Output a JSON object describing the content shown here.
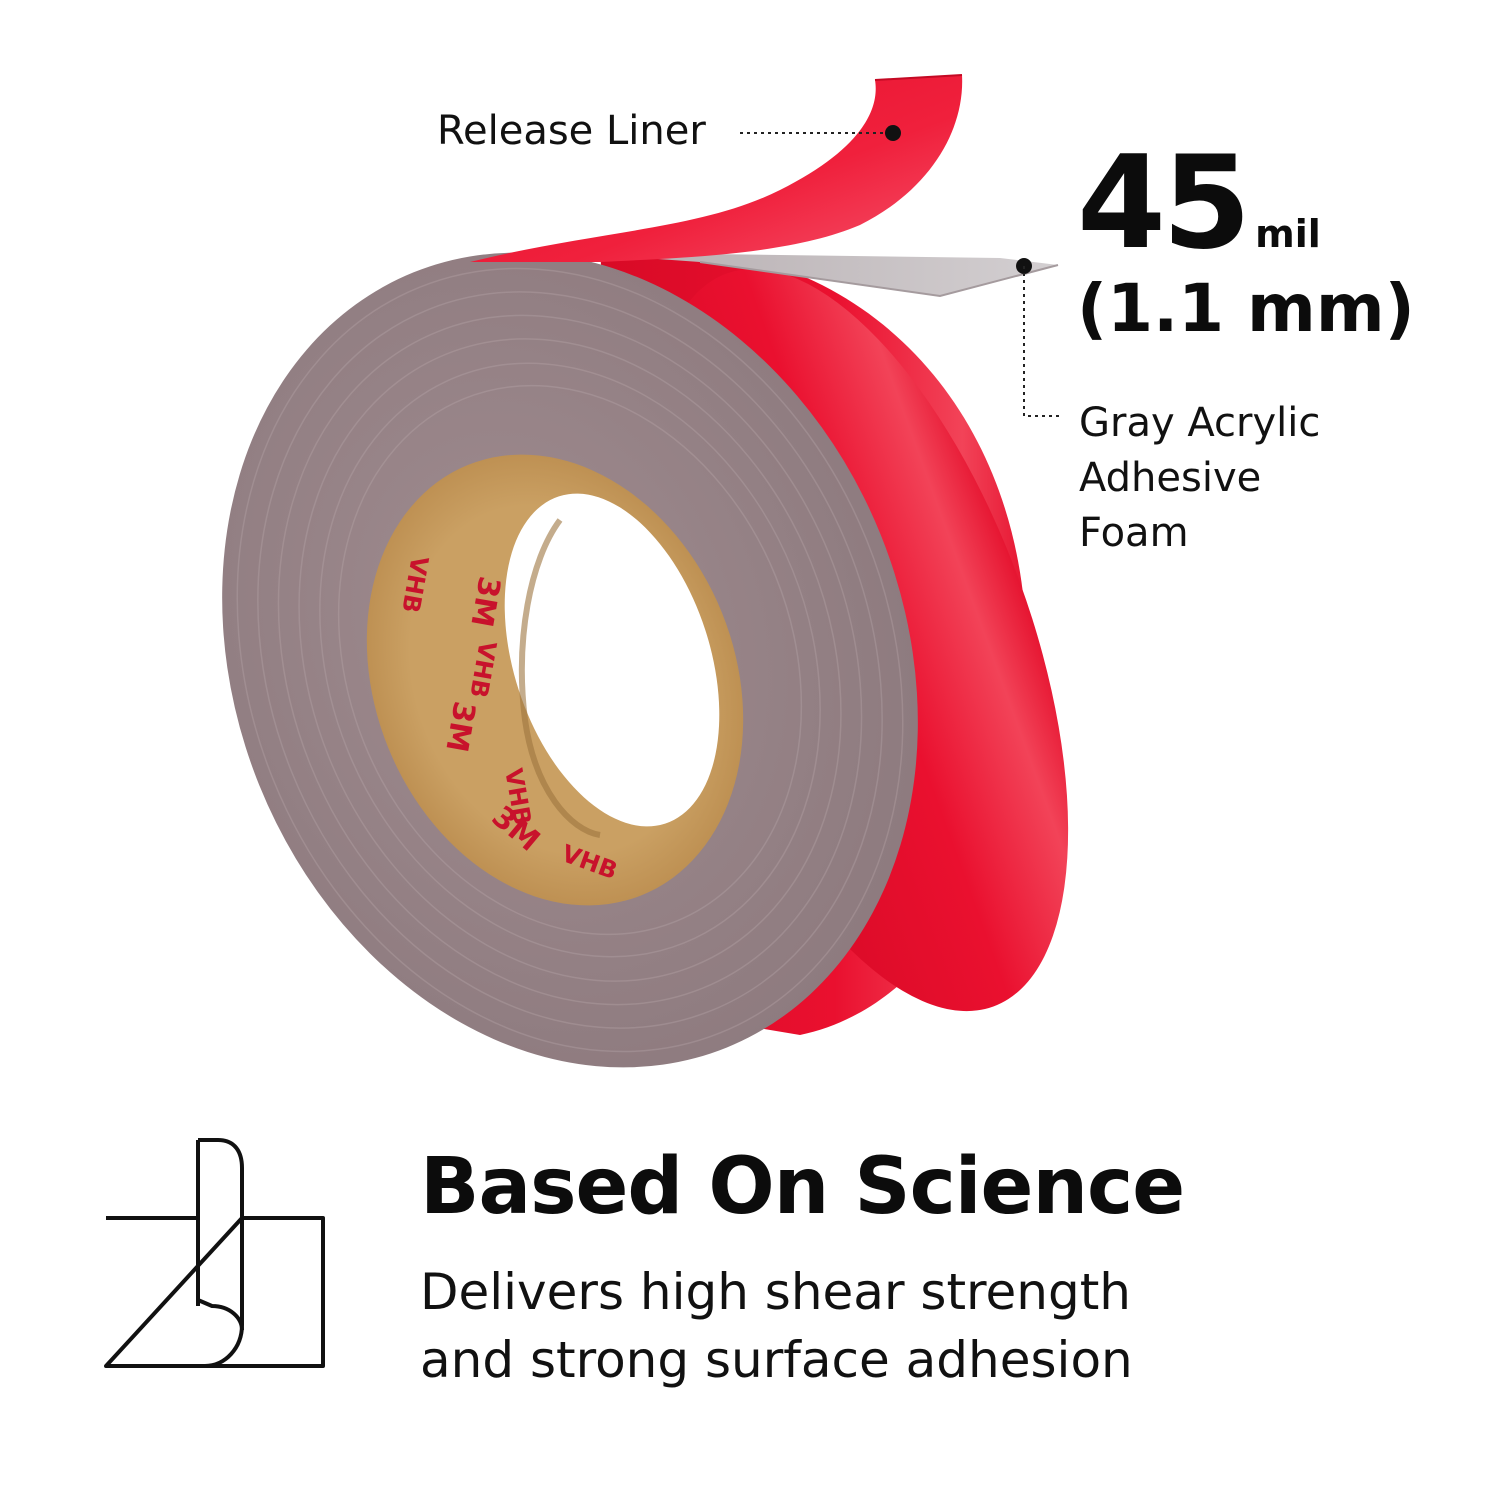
{
  "callouts": {
    "release_liner": "Release Liner",
    "foam": [
      "Gray Acrylic",
      "Adhesive",
      "Foam"
    ]
  },
  "thickness": {
    "value": "45",
    "unit": "mil",
    "metric": "(1.1 mm)"
  },
  "feature": {
    "title": "Based On Science",
    "description": [
      "Delivers high shear strength",
      "and strong surface adhesion"
    ]
  },
  "core_print": {
    "brand": "3M",
    "product": "VHB"
  },
  "colors": {
    "liner_red": "#e8102e",
    "foam_gray": "#9a8589",
    "core_kraft": "#c79a5b",
    "text": "#111111",
    "icon_stroke": "#111111"
  },
  "icons": {
    "feature_icon": "peeling-tape-icon"
  }
}
